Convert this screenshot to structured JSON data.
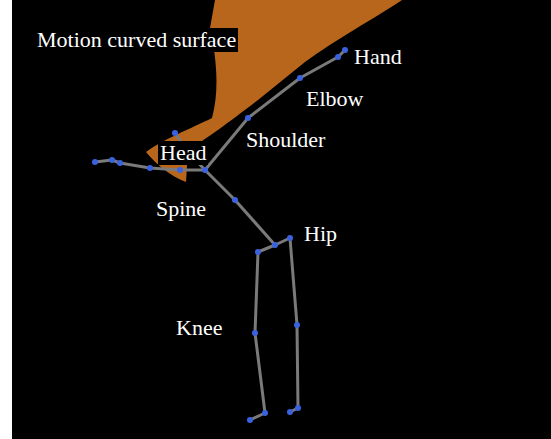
{
  "diagram": {
    "labels": [
      "Motion curved surface",
      "Hand",
      "Elbow",
      "Shoulder",
      "Head",
      "Spine",
      "Hip",
      "Knee"
    ]
  }
}
